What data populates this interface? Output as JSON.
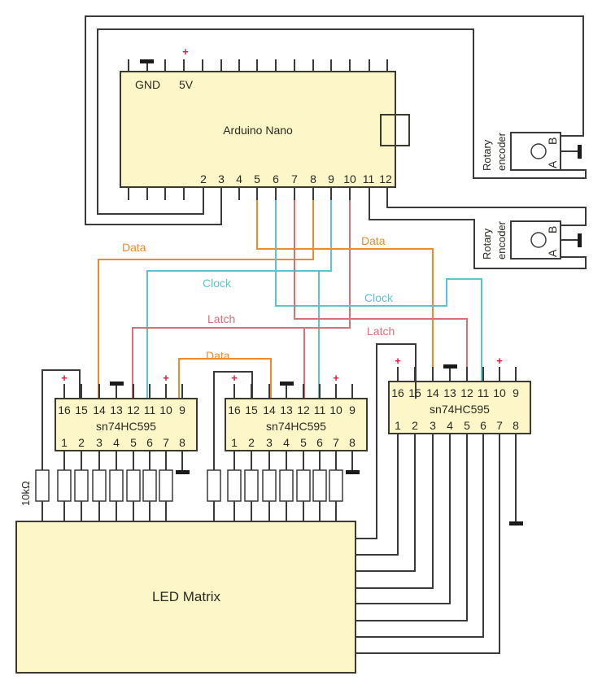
{
  "colors": {
    "data_wire": "#f08a2a",
    "clock_wire": "#5cc4cc",
    "latch_wire": "#d8707a",
    "power_plus": "#e0183c",
    "component_fill": "#fdf6c8"
  },
  "arduino": {
    "label": "Arduino Nano",
    "gnd_label": "GND",
    "vcc_label": "5V",
    "plus_symbol": "+",
    "bottom_pins": [
      "2",
      "3",
      "4",
      "5",
      "6",
      "7",
      "8",
      "9",
      "10",
      "11",
      "12"
    ]
  },
  "encoders": [
    {
      "line1": "Rotary",
      "line2": "encoder",
      "pin_a": "A",
      "pin_b": "B"
    },
    {
      "line1": "Rotary",
      "line2": "encoder",
      "pin_a": "A",
      "pin_b": "B"
    }
  ],
  "wire_labels": {
    "data_left": "Data",
    "data_right": "Data",
    "data_mid": "Data",
    "clock_left": "Clock",
    "clock_right": "Clock",
    "latch_left": "Latch",
    "latch_right": "Latch"
  },
  "shift_registers": [
    {
      "label": "sn74HC595",
      "top_pins": [
        "16",
        "15",
        "14",
        "13",
        "12",
        "11",
        "10",
        "9"
      ],
      "bottom_pins": [
        "1",
        "2",
        "3",
        "4",
        "5",
        "6",
        "7",
        "8"
      ]
    },
    {
      "label": "sn74HC595",
      "top_pins": [
        "16",
        "15",
        "14",
        "13",
        "12",
        "11",
        "10",
        "9"
      ],
      "bottom_pins": [
        "1",
        "2",
        "3",
        "4",
        "5",
        "6",
        "7",
        "8"
      ]
    },
    {
      "label": "sn74HC595",
      "top_pins": [
        "16",
        "15",
        "14",
        "13",
        "12",
        "11",
        "10",
        "9"
      ],
      "bottom_pins": [
        "1",
        "2",
        "3",
        "4",
        "5",
        "6",
        "7",
        "8"
      ]
    }
  ],
  "resistor_label": "10kΩ",
  "led_matrix": {
    "label": "LED Matrix"
  }
}
